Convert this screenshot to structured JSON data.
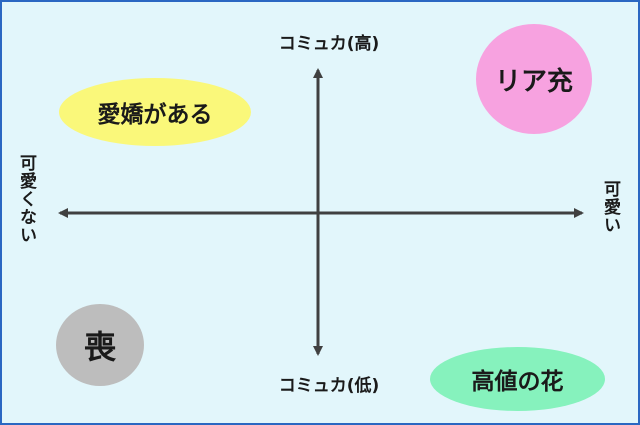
{
  "axes": {
    "top_label": "コミュカ(高)",
    "bottom_label": "コミュカ(低)",
    "left_label": "可愛くない",
    "right_label": "可愛い"
  },
  "quadrants": {
    "top_left": "愛嬌がある",
    "top_right": "リア充",
    "bottom_left": "喪",
    "bottom_right": "高値の花"
  },
  "colors": {
    "background": "#e2f6fb",
    "border": "#2a67c2",
    "axis": "#404040",
    "top_left_bubble": "#faf87a",
    "top_right_bubble": "#f7a2e0",
    "bottom_left_bubble": "#bdbdbd",
    "bottom_right_bubble": "#86f2bd"
  }
}
